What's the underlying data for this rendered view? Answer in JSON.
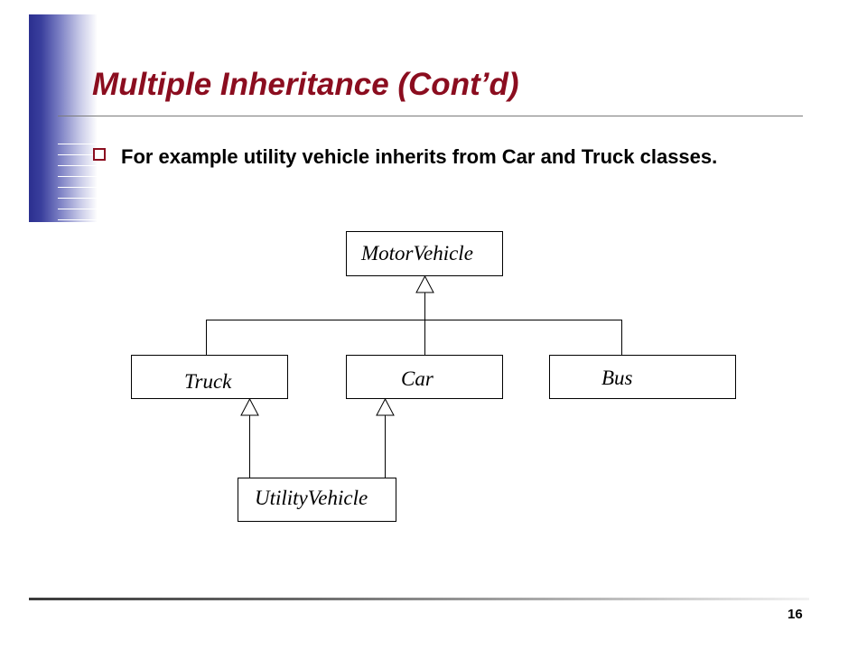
{
  "slide": {
    "title": "Multiple Inheritance (Cont’d)",
    "bullet": "For example utility vehicle inherits from Car and Truck classes.",
    "page_number": "16",
    "colors": {
      "title": "#8b0d1f",
      "accent_bar": "#2b2f8f"
    }
  },
  "diagram": {
    "classes": {
      "motor_vehicle": "MotorVehicle",
      "truck": "Truck",
      "car": "Car",
      "bus": "Bus",
      "utility_vehicle": "UtilityVehicle"
    },
    "relations": [
      {
        "from": "Truck",
        "to": "MotorVehicle",
        "type": "inheritance"
      },
      {
        "from": "Car",
        "to": "MotorVehicle",
        "type": "inheritance"
      },
      {
        "from": "Bus",
        "to": "MotorVehicle",
        "type": "inheritance"
      },
      {
        "from": "UtilityVehicle",
        "to": "Truck",
        "type": "inheritance"
      },
      {
        "from": "UtilityVehicle",
        "to": "Car",
        "type": "inheritance"
      }
    ]
  }
}
